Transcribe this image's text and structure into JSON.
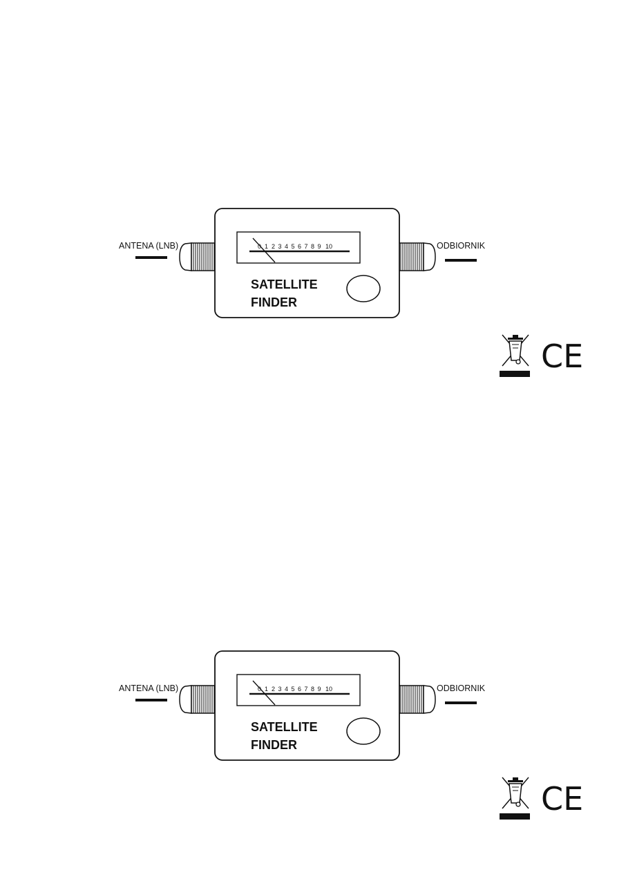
{
  "panels": [
    {
      "device": {
        "line1": "SATELLITE",
        "line2": "FINDER"
      },
      "scale": [
        "0",
        "1",
        "2",
        "3",
        "4",
        "5",
        "6",
        "7",
        "8",
        "9",
        "10"
      ],
      "input_label": "ANTENA (LNB)",
      "output_label": "ODBIORNIK",
      "marks": [
        "weee-bin-icon",
        "ce-mark-icon"
      ],
      "ce_text": "CE"
    },
    {
      "device": {
        "line1": "SATELLITE",
        "line2": "FINDER"
      },
      "scale": [
        "0",
        "1",
        "2",
        "3",
        "4",
        "5",
        "6",
        "7",
        "8",
        "9",
        "10"
      ],
      "input_label": "ANTENA (LNB)",
      "output_label": "ODBIORNIK",
      "marks": [
        "weee-bin-icon",
        "ce-mark-icon"
      ],
      "ce_text": "CE"
    }
  ]
}
